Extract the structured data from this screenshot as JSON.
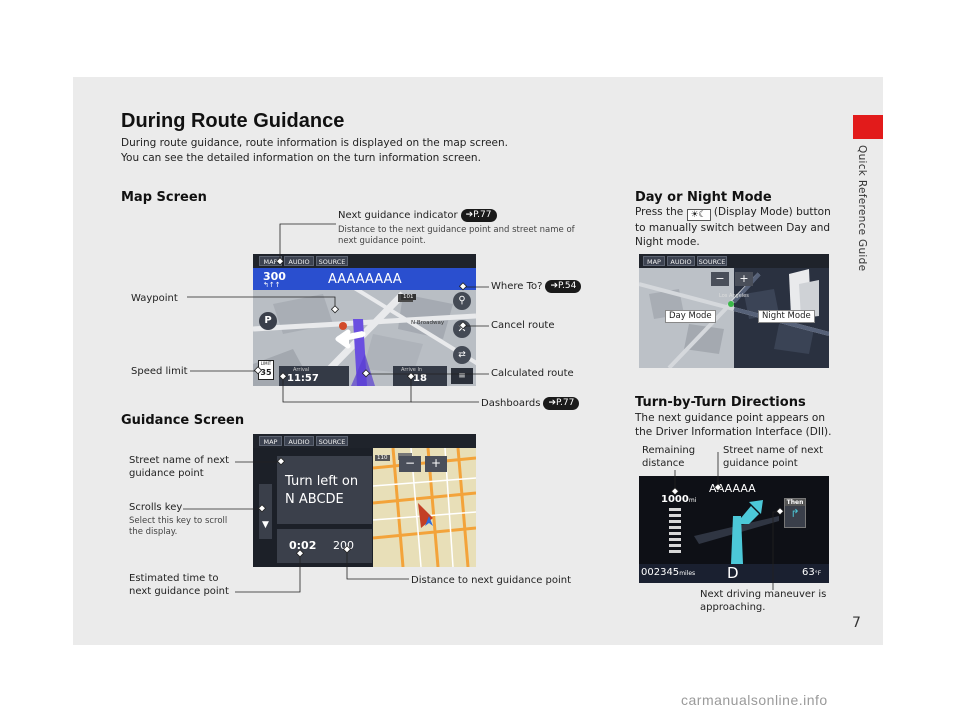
{
  "page": {
    "title": "During Route Guidance",
    "intro_line1": "During route guidance, route information is displayed on the map screen.",
    "intro_line2": "You can see the detailed information on the turn information screen.",
    "side_label": "Quick Reference Guide",
    "page_number": "7",
    "watermark": "carmanualsonline.info"
  },
  "map_screen": {
    "heading": "Map Screen",
    "callouts": {
      "next_guidance": "Next guidance indicator",
      "next_guidance_ref": "P.77",
      "next_guidance_desc1": "Distance to the next guidance point and street name of",
      "next_guidance_desc2": "next guidance point.",
      "where_to": "Where To?",
      "where_to_ref": "P.54",
      "waypoint": "Waypoint",
      "cancel_route": "Cancel route",
      "speed_limit": "Speed limit",
      "calculated_route": "Calculated route",
      "dashboards": "Dashboards",
      "dashboards_ref": "P.77"
    },
    "ui": {
      "tab_map": "MAP",
      "tab_audio": "AUDIO",
      "tab_source": "SOURCE",
      "distance": "300",
      "street": "AAAAAAAA",
      "arrival_label": "Arrival",
      "arrival_time": "11:57",
      "arrive_in_label": "Arrive In",
      "arrive_in_value": "18",
      "limit_label": "LIMIT",
      "limit_value": "35",
      "road_101": "101",
      "road_broadway": "N Broadway"
    }
  },
  "guidance_screen": {
    "heading": "Guidance Screen",
    "callouts": {
      "street_name1": "Street name of next",
      "street_name2": "guidance point",
      "scrolls_key": "Scrolls key",
      "scrolls_desc1": "Select this key to scroll",
      "scrolls_desc2": "the display.",
      "est_time1": "Estimated time to",
      "est_time2": "next guidance point",
      "distance_next": "Distance to next guidance point"
    },
    "ui": {
      "tab_map": "MAP",
      "tab_audio": "AUDIO",
      "tab_source": "SOURCE",
      "turn_line1": "Turn left on",
      "turn_line2": "N  ABCDE",
      "time": "0:02",
      "distance": "200",
      "road_110": "110"
    }
  },
  "day_night": {
    "heading": "Day or Night Mode",
    "desc_pre": "Press the",
    "desc_post": "(Display Mode) button",
    "desc_line2": "to manually switch between Day and",
    "desc_line3": "Night mode.",
    "day_label": "Day Mode",
    "night_label": "Night Mode",
    "tab_map": "MAP",
    "tab_audio": "AUDIO",
    "tab_source": "SOURCE",
    "city": "Los Angeles"
  },
  "tbt": {
    "heading": "Turn-by-Turn Directions",
    "desc1": "The next guidance point appears on",
    "desc2": "the Driver Information Interface (DII).",
    "remaining1": "Remaining",
    "remaining2": "distance",
    "street1": "Street name of next",
    "street2": "guidance point",
    "next_manv1": "Next driving maneuver is",
    "next_manv2": "approaching.",
    "ui": {
      "distance": "1000",
      "distance_unit": "mi",
      "street": "AAAAAA",
      "then": "Then",
      "odometer": "002345",
      "odometer_unit": "miles",
      "gear": "D",
      "temp": "63",
      "temp_unit": "°F"
    }
  }
}
